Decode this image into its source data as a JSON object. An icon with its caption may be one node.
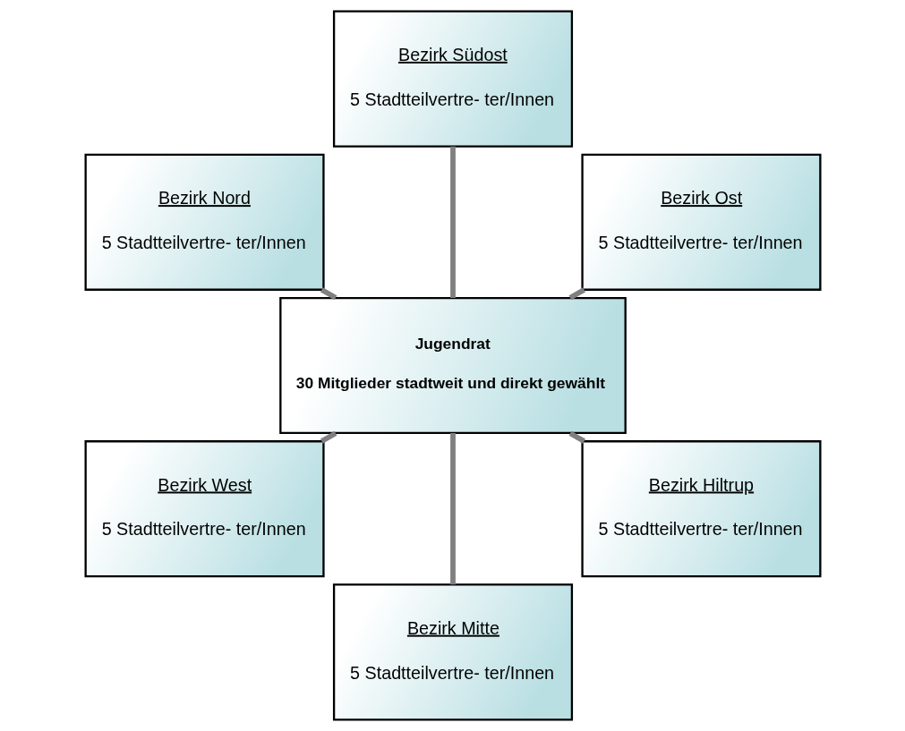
{
  "diagram": {
    "nodes": [
      {
        "text": [
          "Bezirk Ost",
          "5 Stadtteilvertre- ter/Innen"
        ]
      },
      {
        "text": [
          "Bezirk Südost",
          "5 Stadtteilvertre- ter/Innen"
        ]
      },
      {
        "text": [
          "Bezirk Nord",
          "5 Stadtteilvertre- ter/Innen"
        ]
      },
      {
        "text": [
          "Jugendrat",
          "30 Mitglieder stadtweit und direkt gewählt"
        ]
      },
      {
        "text": [
          "Bezirk West",
          "5 Stadtteilvertre- ter/Innen"
        ]
      },
      {
        "text": [
          "Bezirk Mitte",
          "5 Stadtteilvertre- ter/Innen"
        ]
      },
      {
        "text": [
          "Bezirk Hiltrup",
          "5 Stadtteilvertre- ter/Innen"
        ]
      }
    ],
    "edges": [
      {
        "from": 3,
        "to": 0,
        "arrow": "none"
      },
      {
        "from": 3,
        "to": 2,
        "arrow": "none"
      },
      {
        "from": 3,
        "to": 5,
        "arrow": "none"
      },
      {
        "from": 3,
        "to": 6,
        "arrow": "none"
      },
      {
        "from": 3,
        "to": 4,
        "arrow": "none"
      },
      {
        "from": 3,
        "to": 1,
        "arrow": "none"
      }
    ]
  }
}
